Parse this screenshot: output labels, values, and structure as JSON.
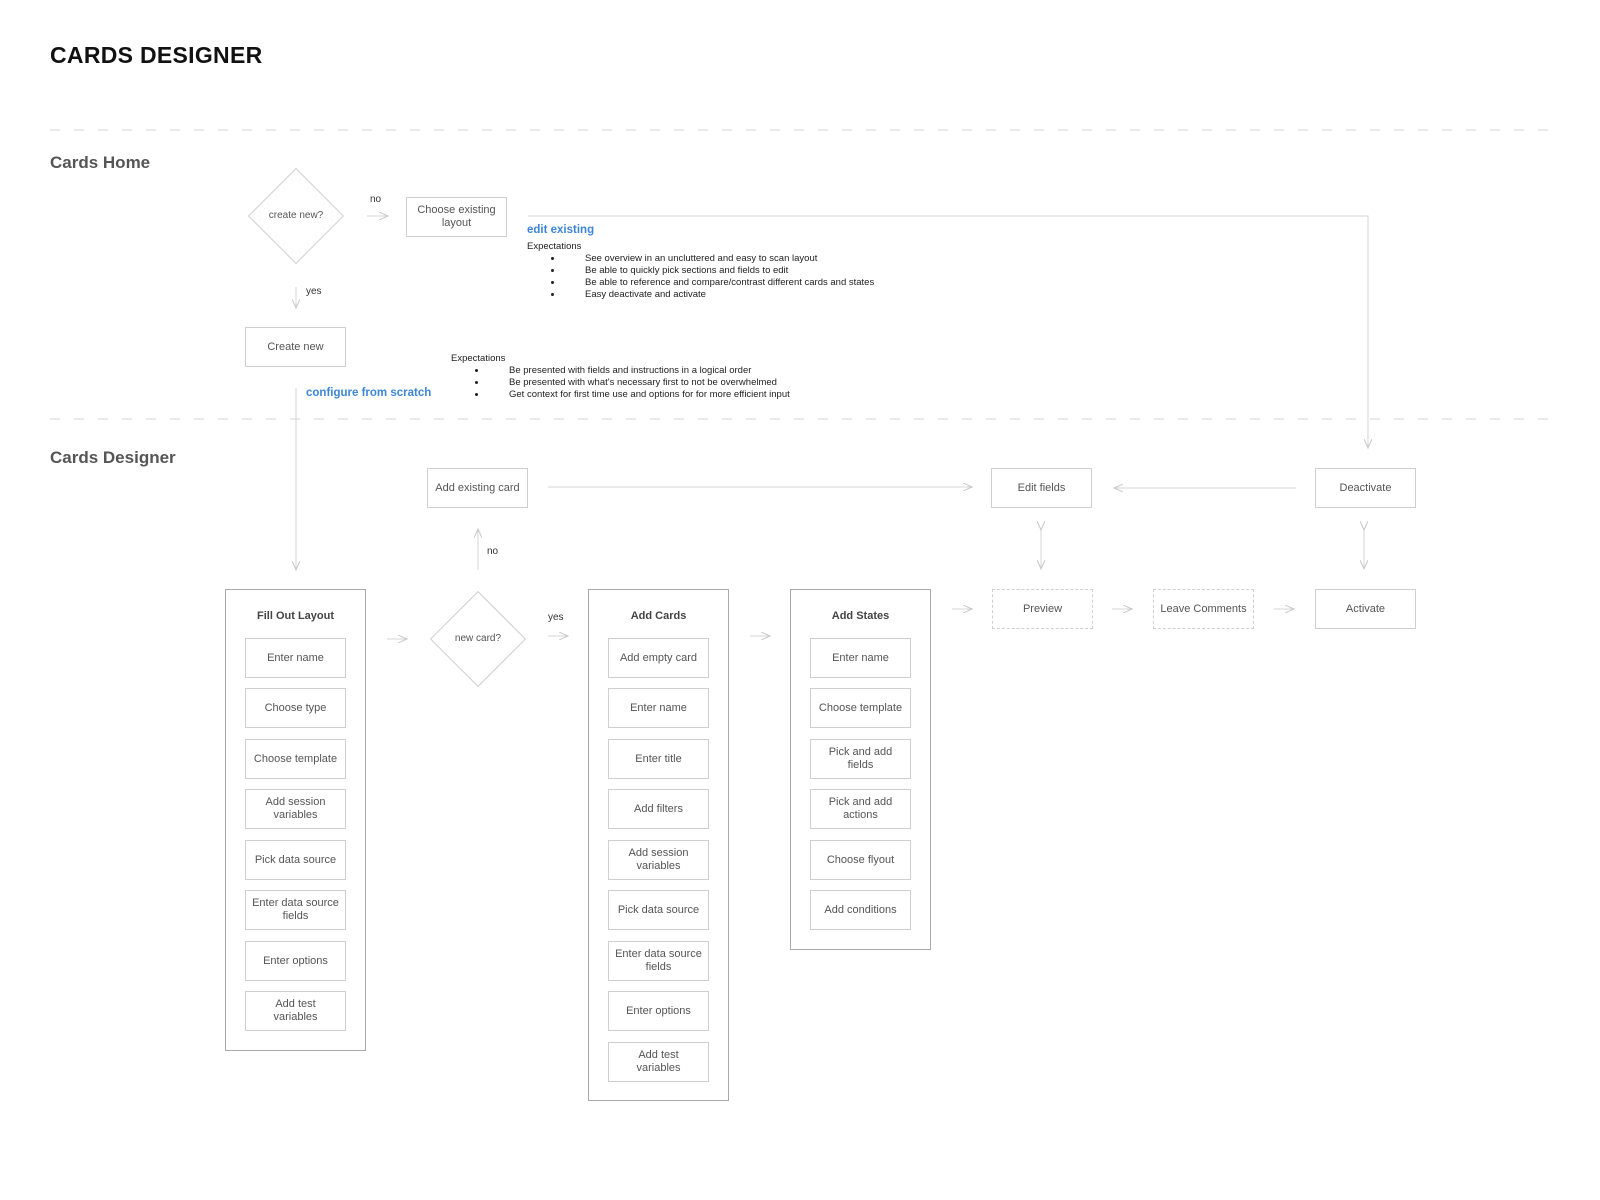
{
  "page_title": "CARDS DESIGNER",
  "sections": {
    "home": "Cards Home",
    "designer": "Cards Designer"
  },
  "home": {
    "decision_create": "create new?",
    "no": "no",
    "yes": "yes",
    "choose_existing_layout": "Choose existing layout",
    "create_new": "Create new",
    "edit_existing": "edit existing",
    "edit_existing_expectations": {
      "heading": "Expectations",
      "items": [
        "See overview in an uncluttered and easy to scan layout",
        "Be able to quickly pick sections and fields to edit",
        "Be able to reference and compare/contrast different cards and states",
        "Easy deactivate and activate"
      ]
    },
    "configure_from_scratch": "configure from scratch",
    "scratch_expectations": {
      "heading": "Expectations",
      "items": [
        "Be presented with fields and instructions in a logical order",
        "Be presented with what's necessary first to not be overwhelmed",
        "Get context for first time use and options for for more efficient input"
      ]
    }
  },
  "designer": {
    "add_existing_card": "Add existing card",
    "edit_fields": "Edit fields",
    "deactivate": "Deactivate",
    "decision_new_card": "new card?",
    "no": "no",
    "yes": "yes",
    "preview": "Preview",
    "leave_comments": "Leave Comments",
    "activate": "Activate",
    "fill_out_layout": {
      "title": "Fill Out Layout",
      "steps": [
        "Enter name",
        "Choose type",
        "Choose template",
        "Add session variables",
        "Pick data source",
        "Enter data source fields",
        "Enter options",
        "Add test variables"
      ]
    },
    "add_cards": {
      "title": "Add Cards",
      "steps": [
        "Add empty card",
        "Enter name",
        "Enter title",
        "Add filters",
        "Add session variables",
        "Pick data source",
        "Enter data source fields",
        "Enter options",
        "Add test variables"
      ]
    },
    "add_states": {
      "title": "Add States",
      "steps": [
        "Enter name",
        "Choose template",
        "Pick and add fields",
        "Pick and add actions",
        "Choose flyout",
        "Add conditions"
      ]
    }
  },
  "colors": {
    "line": "#d0d0d0",
    "box_border": "#cfcfcf",
    "group_border": "#a9a9a9",
    "accent": "#3d85d6"
  }
}
